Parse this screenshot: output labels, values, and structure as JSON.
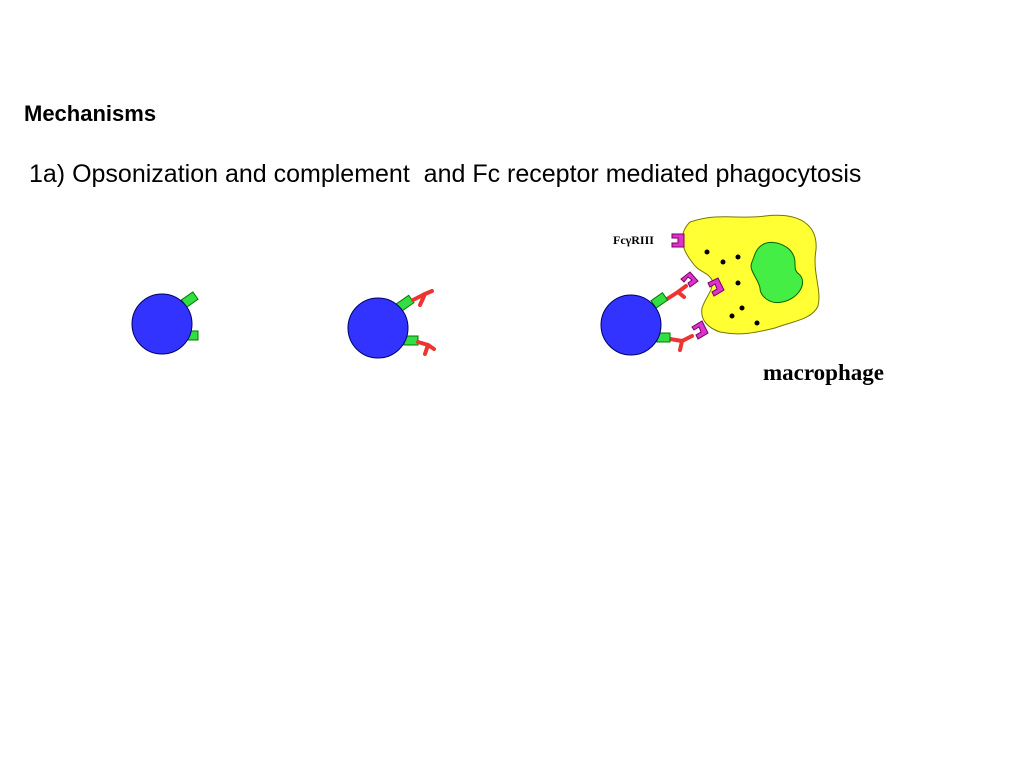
{
  "slide": {
    "heading": "Mechanisms",
    "subtitle": "1a) Opsonization and complement  and Fc receptor mediated phagocytosis"
  },
  "diagram": {
    "receptor_label": "FcγRIII",
    "cell_label": "macrophage",
    "colors": {
      "bacterium": "#3333ff",
      "complement": "#33dd44",
      "antibody": "#ee3333",
      "receptor": "#dd33cc",
      "macrophage": "#ffff33",
      "nucleus": "#44ee44"
    }
  }
}
